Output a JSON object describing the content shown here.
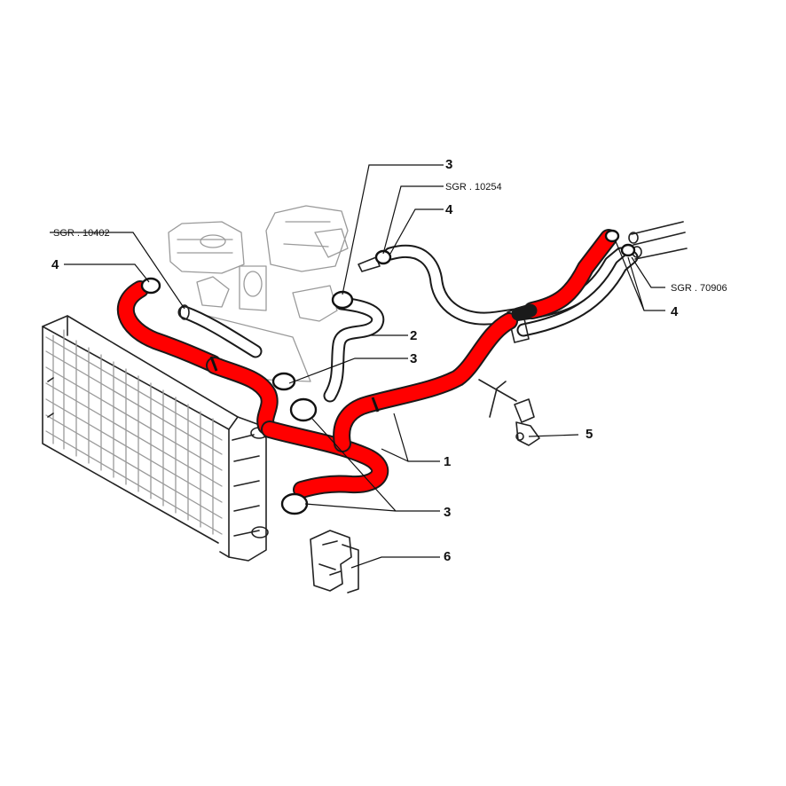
{
  "diagram": {
    "callouts": [
      {
        "id": "c3-top",
        "text": "3"
      },
      {
        "id": "c-sgr-10254",
        "text": "SGR . 10254"
      },
      {
        "id": "c4-top",
        "text": "4"
      },
      {
        "id": "c-sgr-10402",
        "text": "SGR . 10402"
      },
      {
        "id": "c4-left",
        "text": "4"
      },
      {
        "id": "c2",
        "text": "2"
      },
      {
        "id": "c3-mid",
        "text": "3"
      },
      {
        "id": "c-sgr-70906",
        "text": "SGR . 70906"
      },
      {
        "id": "c4-right",
        "text": "4"
      },
      {
        "id": "c5",
        "text": "5"
      },
      {
        "id": "c1",
        "text": "1"
      },
      {
        "id": "c3-bottom",
        "text": "3"
      },
      {
        "id": "c6",
        "text": "6"
      }
    ],
    "colors": {
      "highlight": "#ff0000",
      "ink": "#111111",
      "faint": "#9a9a9a"
    }
  }
}
